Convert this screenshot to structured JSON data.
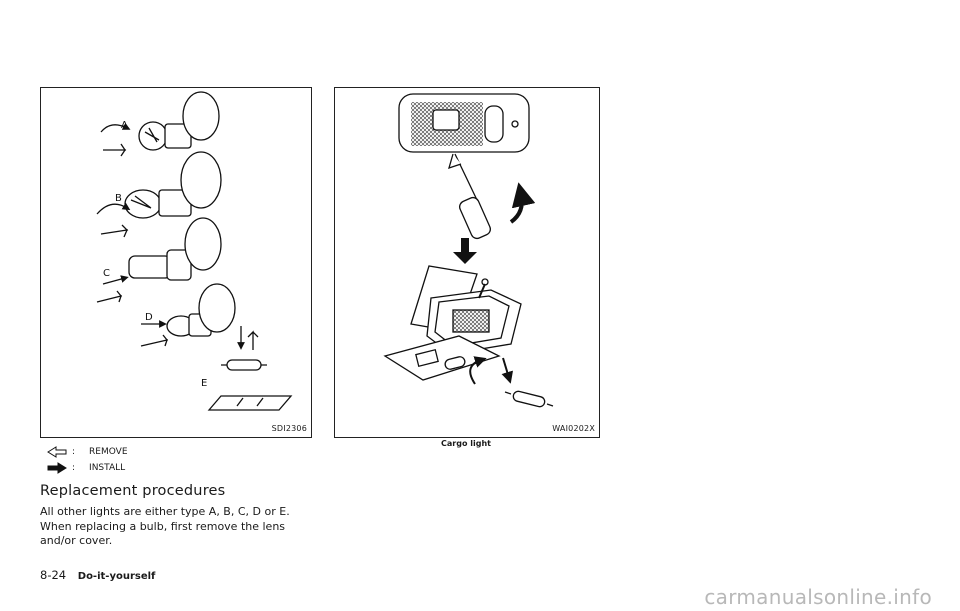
{
  "figure_left": {
    "code": "SDI2306",
    "bulb_labels": [
      "A",
      "B",
      "C",
      "D",
      "E"
    ]
  },
  "figure_right": {
    "code": "WAI0202X",
    "caption": "Cargo light"
  },
  "legend": [
    {
      "icon": "remove-arrow-icon",
      "label": "REMOVE"
    },
    {
      "icon": "install-arrow-icon",
      "label": "INSTALL"
    }
  ],
  "heading": "Replacement procedures",
  "body": "All other lights are either type A, B, C, D or E. When replacing a bulb, first remove the lens and/or cover.",
  "footer": {
    "page_number": "8-24",
    "section": "Do-it-yourself"
  },
  "watermark": "carmanualsonline.info"
}
